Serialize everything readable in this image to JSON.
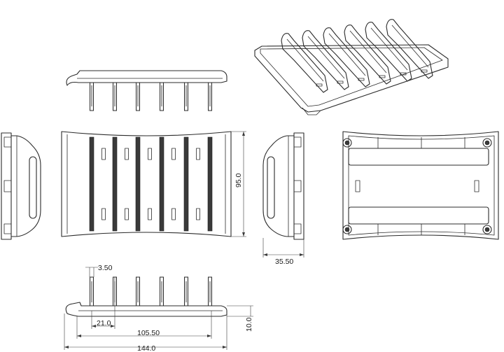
{
  "dimensions": {
    "height_front": "95.0",
    "depth_side": "35.50",
    "slot_thickness": "3.50",
    "first_slot": "21.0",
    "slot_span": "105.50",
    "overall_length": "144.0",
    "base_height": "10.0"
  }
}
